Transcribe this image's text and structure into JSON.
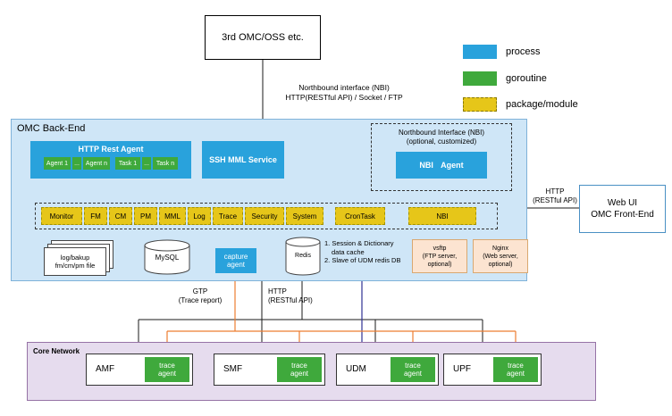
{
  "colors": {
    "process_blue": "#29a2dc",
    "goroutine_green": "#3fa93c",
    "package_yellow": "#e6c619",
    "backend_bg": "#cfe6f7",
    "core_bg": "#e6dcee",
    "optional_bg": "#fce4d1",
    "trace_link_orange": "#ed7d31",
    "udm_link_blue": "#2e3192"
  },
  "external": {
    "label": "3rd OMC/OSS etc."
  },
  "nbi_note": {
    "line1": "Northbound interface (NBI)",
    "line2": "HTTP(RESTful API) / Socket / FTP"
  },
  "legend": {
    "process": "process",
    "goroutine": "goroutine",
    "package": "package/module"
  },
  "backend": {
    "title": "OMC Back-End",
    "http_rest_agent": {
      "title": "HTTP Rest Agent",
      "chips": [
        "Agent 1",
        "...",
        "Agent n",
        "Task 1",
        "...",
        "Task n"
      ]
    },
    "ssh_mml": "SSH MML Service",
    "nbi_box": {
      "title": "Northbound Interface (NBI)",
      "subtitle": "(optional, customized)",
      "agent": "NBI Agent"
    },
    "modules": [
      "Monitor",
      "FM",
      "CM",
      "PM",
      "MML",
      "Log",
      "Trace",
      "Security",
      "System"
    ],
    "crontask": "CronTask",
    "nbi_module": "NBI",
    "files": {
      "line1": "log/bakup",
      "line2": "fm/cm/pm file"
    },
    "mysql": "MySQL",
    "capture_agent": {
      "line1": "capture",
      "line2": "agent"
    },
    "redis": "Redis",
    "redis_note": {
      "line1": "1. Session & Dictionary",
      "line2": "data cache",
      "line3": "2. Slave of UDM redis DB"
    },
    "vsftp": {
      "line1": "vsftp",
      "line2": "(FTP server,",
      "line3": "optional)"
    },
    "nginx": {
      "line1": "Nginx",
      "line2": "(Web server,",
      "line3": "optional)"
    }
  },
  "frontend": {
    "http": {
      "line1": "HTTP",
      "line2": "(RESTful API)"
    },
    "box": {
      "line1": "Web UI",
      "line2": "OMC Front-End"
    }
  },
  "links": {
    "gtp": {
      "line1": "GTP",
      "line2": "(Trace report)"
    },
    "http": {
      "line1": "HTTP",
      "line2": "(RESTful API)"
    }
  },
  "core": {
    "title": "Core Network",
    "nodes": [
      {
        "name": "AMF",
        "agent_line1": "trace",
        "agent_line2": "agent"
      },
      {
        "name": "SMF",
        "agent_line1": "trace",
        "agent_line2": "agent"
      },
      {
        "name": "UDM",
        "agent_line1": "trace",
        "agent_line2": "agent"
      },
      {
        "name": "UPF",
        "agent_line1": "trace",
        "agent_line2": "agent"
      }
    ]
  }
}
